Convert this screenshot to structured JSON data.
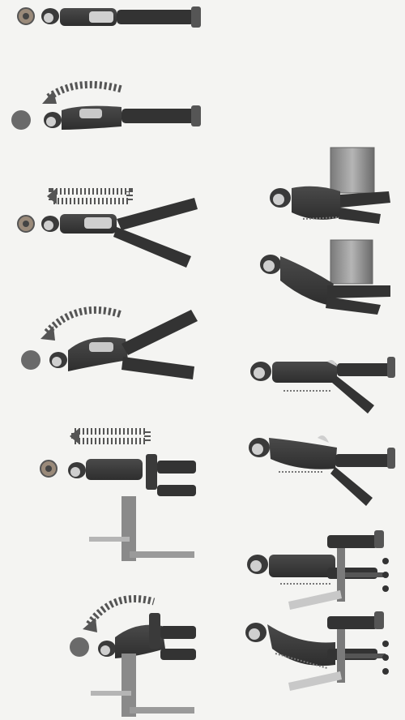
{
  "figure": {
    "kind": "posture-illustration-sheet",
    "orientation": "rotated-90-degrees",
    "palette": {
      "background": "#f4f4f2",
      "figure_dark": "#3a3a3a",
      "figure_mid": "#6a6a6a",
      "figure_light": "#9a9a9a",
      "highlight": "#d8d8d8",
      "furniture": "#8a8a8a"
    }
  },
  "left_column": [
    {
      "id": "standing-upright",
      "pose": "standing",
      "head_marker": "dial",
      "arrow": "none"
    },
    {
      "id": "standing-stooped",
      "pose": "standing",
      "head_marker": "ball",
      "arrow": "curved"
    },
    {
      "id": "lunge-upright",
      "pose": "lunge",
      "head_marker": "dial",
      "arrow": "straight"
    },
    {
      "id": "lunge-stooped",
      "pose": "lunge",
      "head_marker": "ball",
      "arrow": "curved"
    },
    {
      "id": "desk-upright",
      "pose": "desk-seated",
      "head_marker": "dial",
      "arrow": "straight"
    },
    {
      "id": "desk-stooped",
      "pose": "desk-seated",
      "head_marker": "ball",
      "arrow": "curved"
    }
  ],
  "right_column": [
    {
      "id": "box-lift-squat",
      "pose": "lift",
      "prop": "box"
    },
    {
      "id": "box-lift-bent",
      "pose": "lift",
      "prop": "box"
    },
    {
      "id": "one-leg-upright",
      "pose": "one-leg-stand",
      "prop": "none"
    },
    {
      "id": "one-leg-bent",
      "pose": "one-leg-stand",
      "prop": "none"
    },
    {
      "id": "stool-upright",
      "pose": "seated-stool",
      "prop": "stool"
    },
    {
      "id": "stool-slouched",
      "pose": "seated-stool",
      "prop": "stool"
    }
  ]
}
